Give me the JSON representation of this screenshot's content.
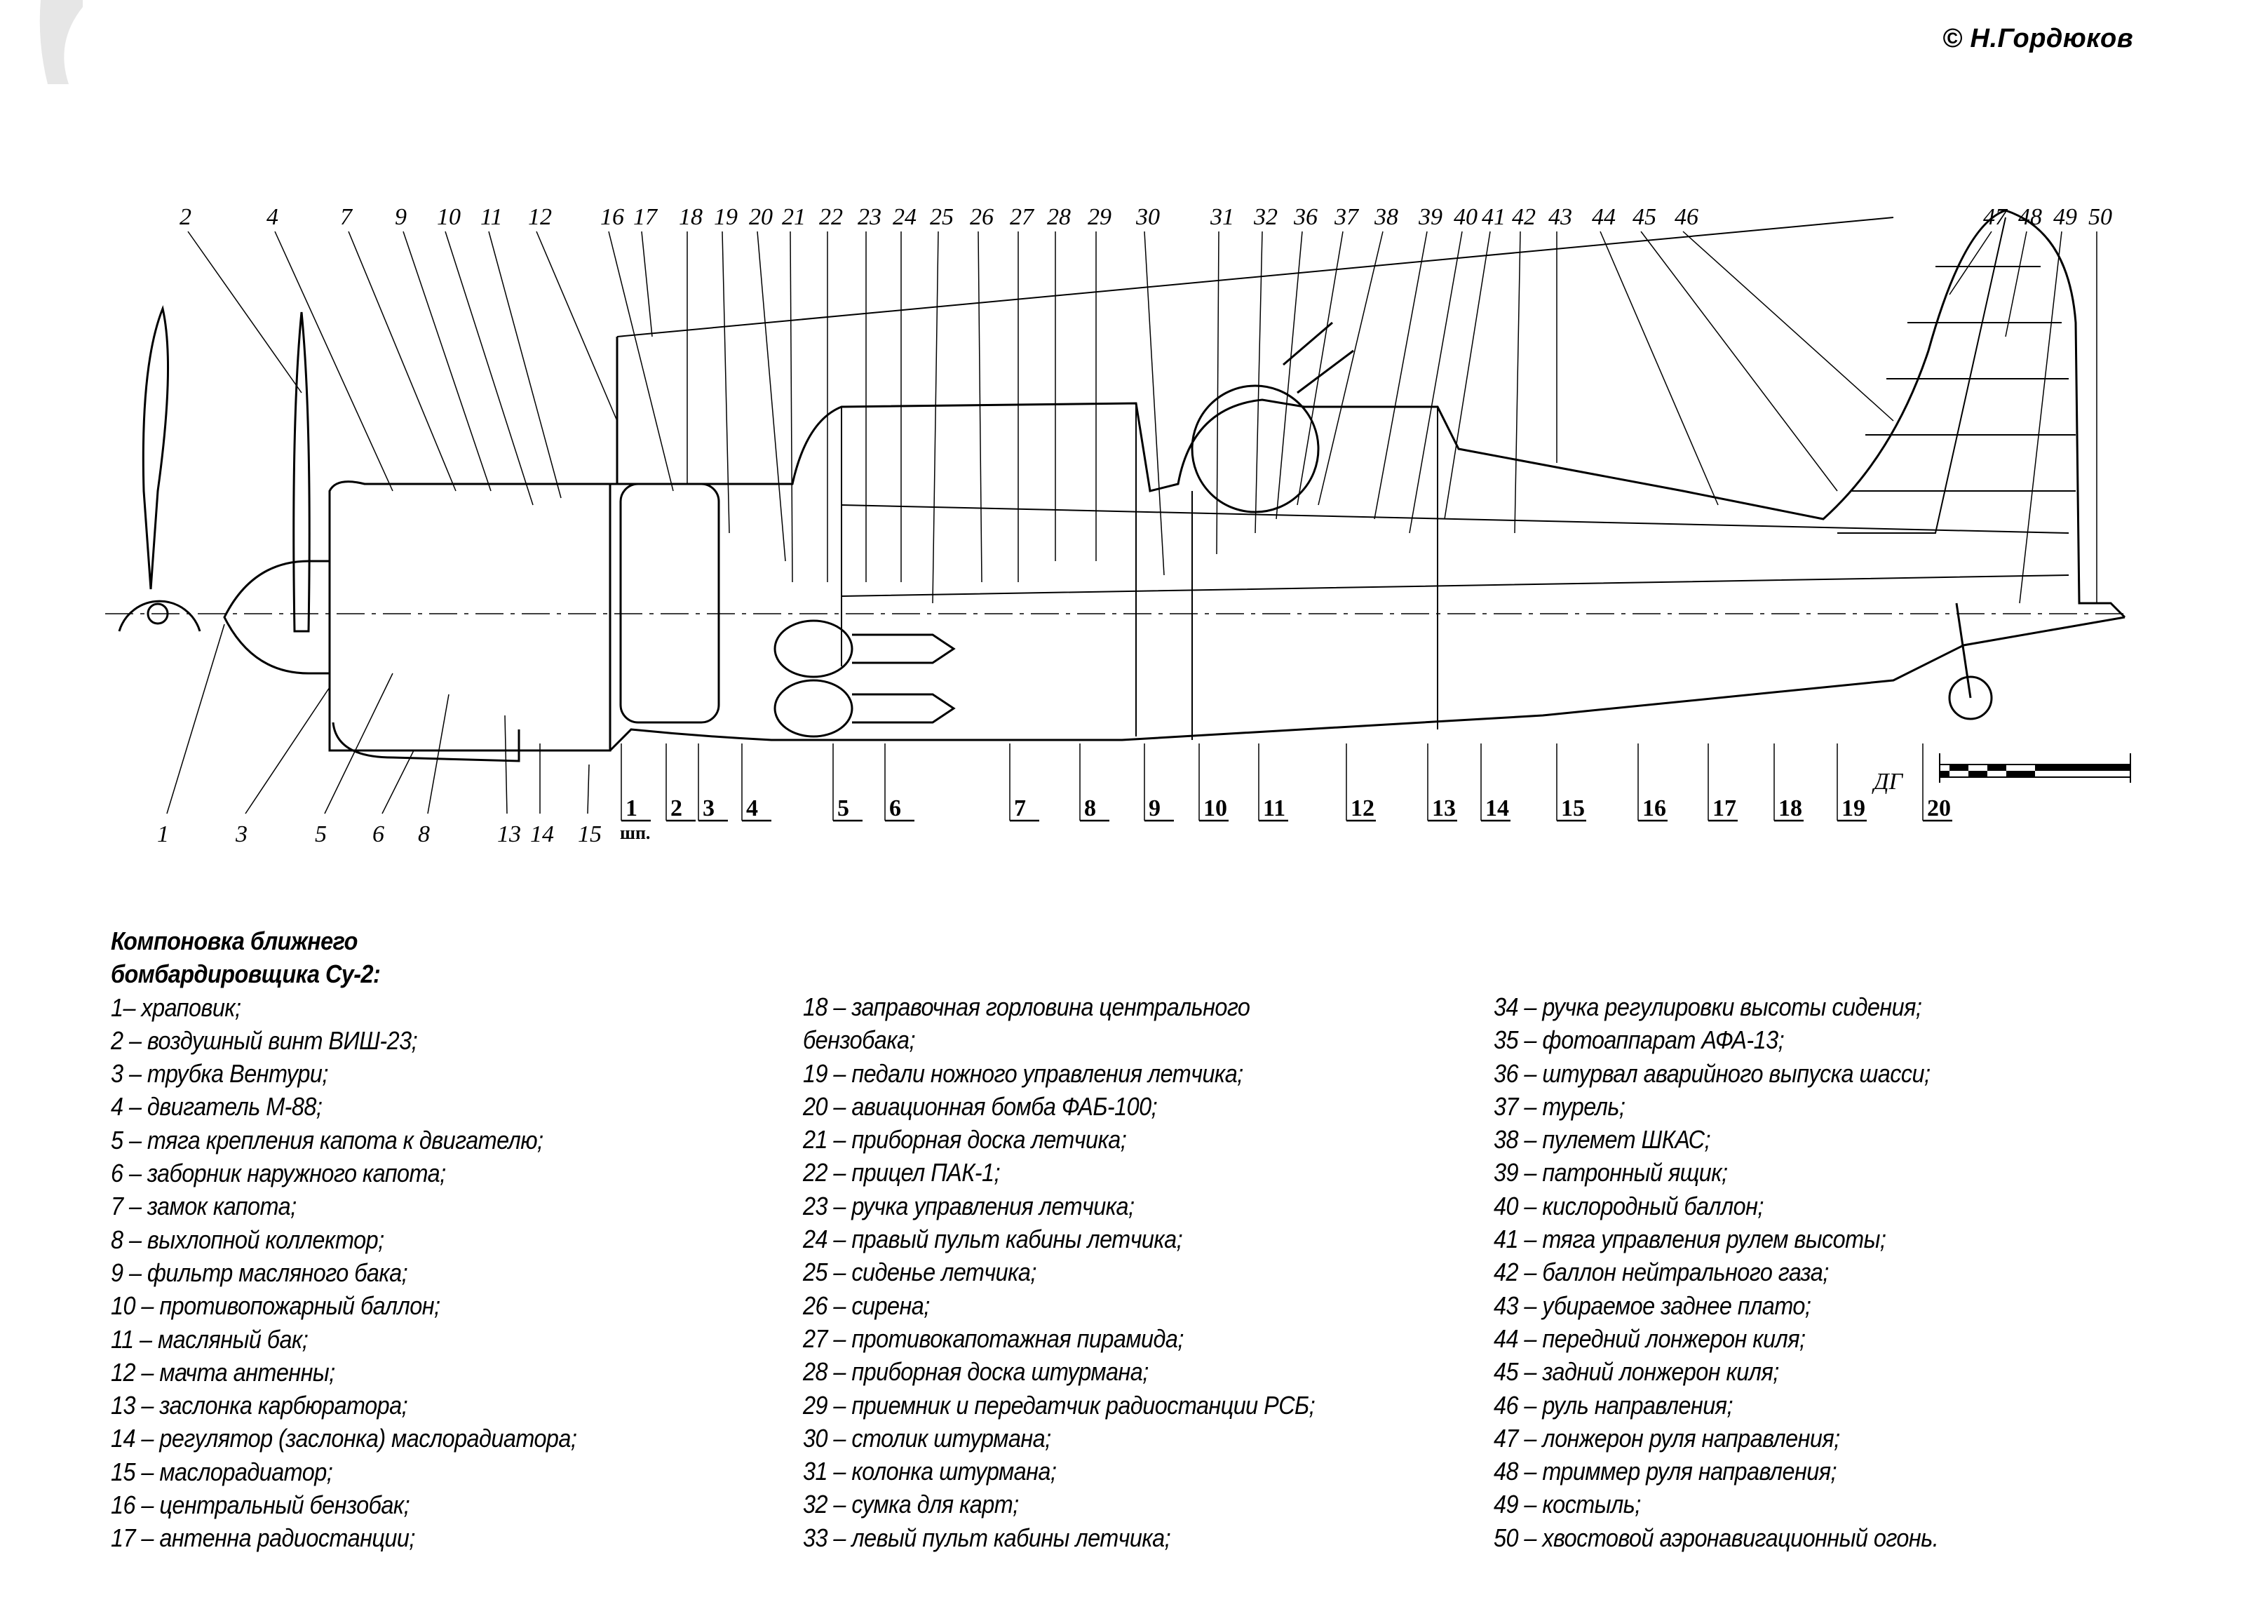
{
  "credit": "© Н.Гордюков",
  "legend_title_line1": "Компоновка ближнего",
  "legend_title_line2": "бомбардировщика Су-2:",
  "legend": [
    "1– храповик;",
    "2 – воздушный винт ВИШ-23;",
    "3 – трубка Вентури;",
    "4 – двигатель М-88;",
    "5 – тяга крепления капота к двигателю;",
    "6 – заборник наружного капота;",
    "7 – замок капота;",
    "8 – выхлопной коллектор;",
    "9 – фильтр масляного бака;",
    "10 – противопожарный баллон;",
    "11 – масляный бак;",
    "12 – мачта антенны;",
    "13 – заслонка карбюратора;",
    "14 – регулятор (заслонка) маслорадиатора;",
    "15 – маслорадиатор;",
    "16 – центральный бензобак;",
    "17 – антенна радиостанции;",
    "18 – заправочная горловина центрального",
    "бензобака;",
    "19 – педали ножного управления летчика;",
    "20 – авиационная бомба ФАБ-100;",
    "21 – приборная доска летчика;",
    "22 – прицел ПАК-1;",
    "23 – ручка управления летчика;",
    "24 – правый пульт кабины летчика;",
    "25 – сиденье летчика;",
    "26 – сирена;",
    "27 – противокапотажная пирамида;",
    "28 – приборная доска штурмана;",
    "29 – приемник и передатчик радиостанции РСБ;",
    "30 – столик штурмана;",
    "31 – колонка штурмана;",
    "32 – сумка для карт;",
    "33 – левый пульт кабины летчика;",
    "34 – ручка регулировки высоты сидения;",
    "35 – фотоаппарат АФА-13;",
    "36 – штурвал аварийного выпуска шасси;",
    "37 – турель;",
    "38 – пулемет ШКАС;",
    "39 – патронный ящик;",
    "40 – кислородный баллон;",
    "41 – тяга управления рулем высоты;",
    "42 – баллон нейтрального газа;",
    "43 – убираемое заднее плато;",
    "44 – передний лонжерон киля;",
    "45 – задний лонжерон киля;",
    "46 – руль направления;",
    "47 – лонжерон руля направления;",
    "48 – триммер руля направления;",
    "49 – костыль;",
    "50 – хвостовой аэронавигационный огонь."
  ],
  "top_callouts": [
    "2",
    "4",
    "7",
    "9",
    "10",
    "11",
    "12",
    "16",
    "17",
    "18",
    "19",
    "20",
    "21",
    "22",
    "23",
    "24",
    "25",
    "26",
    "27",
    "28",
    "29",
    "30",
    "31",
    "32",
    "36",
    "37",
    "38",
    "39",
    "40",
    "41",
    "42",
    "43",
    "44",
    "45",
    "46",
    "47",
    "48",
    "49",
    "50"
  ],
  "bottom_callouts": [
    "1",
    "3",
    "5",
    "6",
    "8",
    "13",
    "14",
    "15"
  ],
  "frames": [
    "1",
    "2",
    "3",
    "4",
    "5",
    "6",
    "7",
    "8",
    "9",
    "10",
    "11",
    "12",
    "13",
    "14",
    "15",
    "16",
    "17",
    "18",
    "19",
    "20"
  ],
  "frame_first_sub": "шп.",
  "signature": "ДГ"
}
